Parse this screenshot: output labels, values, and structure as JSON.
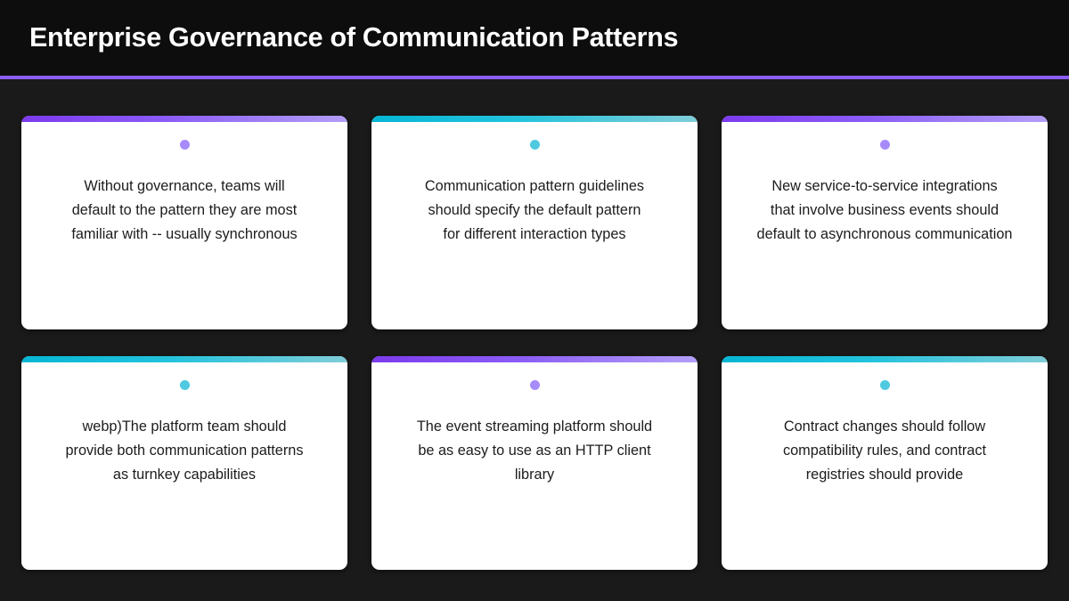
{
  "header": {
    "title": "Enterprise Governance of Communication Patterns",
    "rule_color": "#8b5cf6",
    "background": "#0d0d0d"
  },
  "theme": {
    "page_background": "#1a1a1a",
    "card_background": "#ffffff",
    "text_color": "#1c1c1c",
    "accent_purple": "#8b5cf6",
    "accent_purple_light": "#a78bfa",
    "accent_teal": "#06b6d4",
    "accent_teal_light": "#4fc9e0"
  },
  "cards": [
    {
      "accent": "purple",
      "dot": "purple",
      "text": "Without governance, teams will\ndefault to the pattern they are most\nfamiliar with -- usually synchronous"
    },
    {
      "accent": "teal",
      "dot": "teal",
      "text": "Communication pattern guidelines\nshould specify the default pattern\nfor different interaction types"
    },
    {
      "accent": "purple",
      "dot": "purple",
      "text": "New service-to-service integrations\nthat involve business events should\ndefault to asynchronous communication"
    },
    {
      "accent": "teal",
      "dot": "teal",
      "text": "webp)The platform team should\nprovide both communication patterns\nas turnkey capabilities"
    },
    {
      "accent": "purple",
      "dot": "purple",
      "text": "The event streaming platform should\nbe as easy to use as an HTTP client\nlibrary"
    },
    {
      "accent": "teal",
      "dot": "teal",
      "text": "Contract changes should follow\ncompatibility rules, and contract\nregistries should provide"
    }
  ]
}
